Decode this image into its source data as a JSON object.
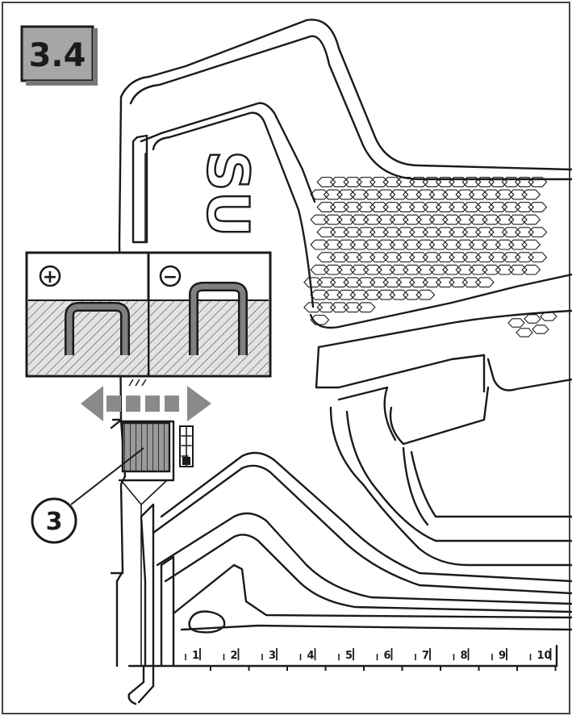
{
  "section_label": "3.4",
  "callout_number": "3",
  "brand_fragment": "SU",
  "panel": {
    "left_symbol": "+",
    "right_symbol": "−"
  },
  "ruler": {
    "marks": [
      "1",
      "2",
      "3",
      "4",
      "5",
      "6",
      "7",
      "8",
      "9",
      "10"
    ]
  },
  "colors": {
    "ink": "#1a1a1a",
    "arrow_grey": "#8a8a8a",
    "label_box_fill": "#a6a6a6",
    "staple_grey": "#808080",
    "hatch_fill": "#cfcfcf"
  },
  "icons": {
    "direction": "double-arrow-icon",
    "adjust_wheel": "adjustment-wheel-icon",
    "depth_indicator": "depth-indicator-icon"
  }
}
